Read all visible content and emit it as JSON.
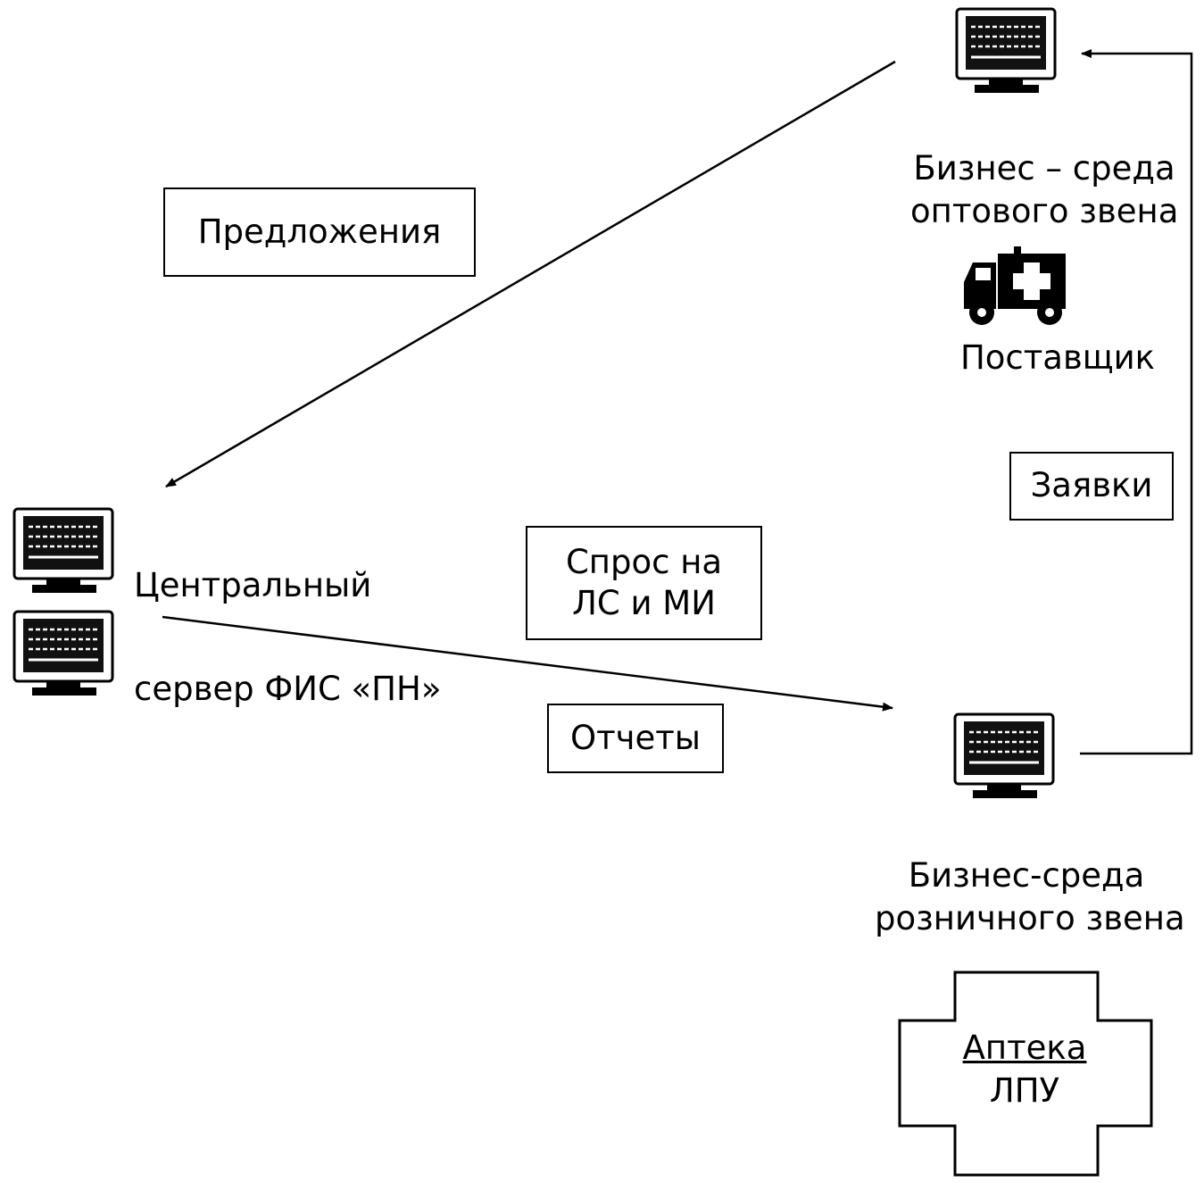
{
  "diagram": {
    "nodes": {
      "wholesale": {
        "label_lines": [
          "Бизнес – среда",
          "оптового звена"
        ],
        "role_label": "Поставщик",
        "icons": [
          "computer-monitor-icon",
          "ambulance-truck-icon"
        ]
      },
      "central_server": {
        "label_line1": "Центральный",
        "label_line2": "сервер ФИС «ПН»",
        "icons": [
          "computer-monitor-icon",
          "computer-monitor-icon"
        ]
      },
      "retail": {
        "label_lines": [
          "Бизнес-среда",
          "розничного звена"
        ],
        "icons": [
          "computer-monitor-icon",
          "pharmacy-cross-icon"
        ],
        "cross_lines": [
          "Аптека",
          "ЛПУ"
        ]
      }
    },
    "flows": {
      "offers": {
        "label": "Предложения",
        "from": "wholesale",
        "to": "central_server"
      },
      "demand": {
        "label_lines": [
          "Спрос на",
          "ЛС и МИ"
        ],
        "from": "central_server",
        "to": "retail"
      },
      "reports": {
        "label": "Отчеты",
        "from": "central_server",
        "to": "retail"
      },
      "requests": {
        "label": "Заявки",
        "from": "retail",
        "to": "wholesale"
      }
    }
  }
}
